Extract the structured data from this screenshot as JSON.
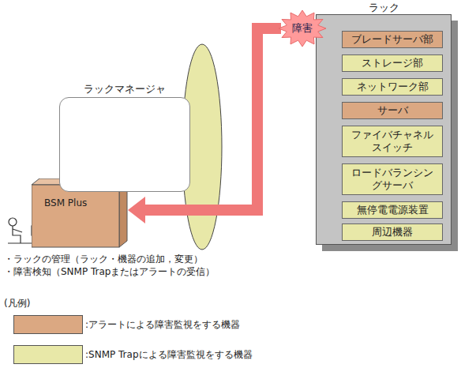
{
  "diagram": {
    "nodes": [
      {
        "text": [
          "ラック"
        ]
      },
      {
        "text": [
          "ブレードサーバ部"
        ],
        "in": 0
      },
      {
        "text": [
          "ストレージ部"
        ],
        "in": 0
      },
      {
        "text": [
          "ネットワーク部"
        ],
        "in": 0
      },
      {
        "text": [
          "サーバ"
        ],
        "in": 0
      },
      {
        "text": [
          "ファイバチャネル スイッチ"
        ],
        "in": 0
      },
      {
        "text": [
          "ロードバランシン グサーバ"
        ],
        "in": 0
      },
      {
        "text": [
          "無停電電源装置"
        ],
        "in": 0
      },
      {
        "text": [
          "周辺機器"
        ],
        "in": 0
      },
      {
        "text": [
          "ラックマネージャ"
        ]
      },
      {
        "text": [
          "BSM Plus"
        ]
      },
      {
        "text": [
          "障害"
        ]
      }
    ],
    "edges": [
      {
        "from": 11,
        "to": 10,
        "arrow": "to"
      }
    ],
    "labels": [
      "・ラックの管理（ラック・機器の追加，変更）",
      "・障害検知（SNMP Trapまたはアラートの受信）",
      "(凡例)"
    ],
    "legend": [
      {
        "text": ":アラートによる障害監視をする機器",
        "color": "#dba882"
      },
      {
        "text": ":SNMP Trapによる障害監視をする機器",
        "color": "#e8e8a8"
      }
    ]
  }
}
